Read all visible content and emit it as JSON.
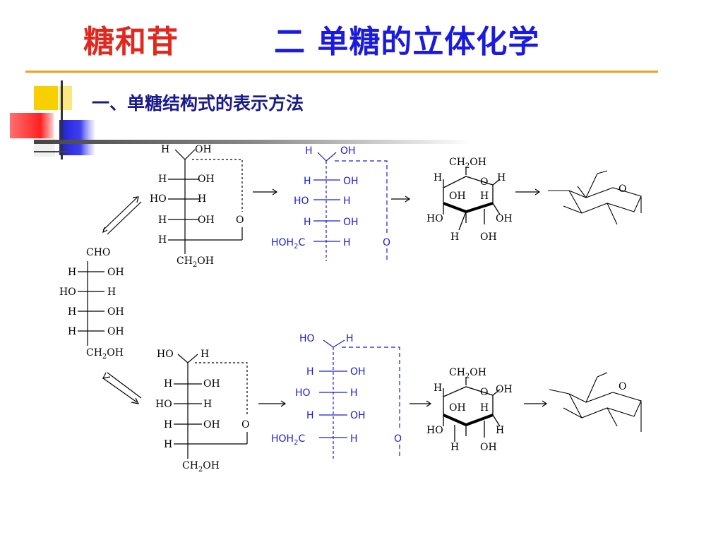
{
  "slide": {
    "title_left": "糖和苷",
    "title_right": "二  单糖的立体化学",
    "heading": "一、单糖结构式的表示方法"
  },
  "colors": {
    "title_left": "#e0281e",
    "title_right": "#1a1ae0",
    "heading": "#1a1a8c",
    "rule": "#f0a020",
    "blue_structure": "#1a1ae0"
  },
  "labels": {
    "cho": "CHO",
    "ch2oh": "CH₂OH",
    "hoh2c": "HOH₂C",
    "h": "H",
    "oh": "OH",
    "ho": "HO",
    "o": "O"
  }
}
